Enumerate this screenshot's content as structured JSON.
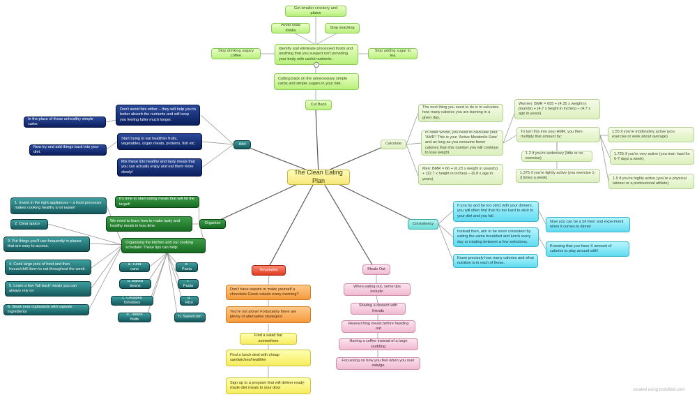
{
  "central": "The Clean Eating Plan",
  "cut_back": {
    "label": "Cut Back",
    "main": "Cutting back on the unnecessary simple carbs and simple sugars in your diet.",
    "identify": "Identify and eliminate processed foods and anything that you suspect isn't providing your body with useful nutrients.",
    "items": [
      "Get smaller crockery and plates",
      "Avoid soda drinks",
      "Stop snacking",
      "Stop drinking sugary coffee",
      "Stop adding sugar to tea"
    ]
  },
  "add": {
    "label": "Add",
    "main": [
      "Don't avoid fats either – they will help you to better absorb the nutrients and will keep you feeling fuller much longer.",
      "Start trying to eat healthier fruits, vegetables, organ meats, proteins, fish etc.",
      "Mix these into healthy and tasty meals that you can actually enjoy and eat them more slowly!"
    ],
    "side": [
      "In the place of those unhealthy simple carbs",
      "Now try and add things back into your diet."
    ]
  },
  "organise": {
    "label": "Organise",
    "target": "It's time to start eating meals that will hit the target!",
    "learn": "We need to learn how to make tasty and healthy meals in less time.",
    "kitchen": "Organising the kitchen and our cooking schedule! These tips can help:",
    "left": [
      "1. Invest in the right appliances – a food processor makes cooking healthy a lot easier!",
      "2. Clear space",
      "3. Put things you'll use frequently in places that are easy to access.",
      "4. Cook large pots of food and then freeze/chill them to eat throughout the week.",
      "5. Learn a few 'fall back' meals you can always rely on",
      "6. Stock your cupboards with capsule ingredients"
    ],
    "ingredients": [
      "a. Tuna cans",
      "b. Baked beans",
      "c. Chopped tomatoes",
      "d. Tinned fruits",
      "e. Pasta",
      "f. Pasta",
      "g. Rice",
      "h. Sweetcorn"
    ]
  },
  "calculate": {
    "label": "Calculate",
    "intro": "The next thing you need to do is to calculate how many calories you are burning in a given day.",
    "amr": "In other words, you need to calculate your 'AMR'! This is your 'Active Metabolic Rate' and as long as you consume fewer calories than this number you will continue to lose weight.",
    "women": "Women: BMR = 655 + (4.35 x weight in pounds) + (4.7 x height in inches) – (4.7 x age in years)",
    "men": "Men: BMR = 66 + (6.23 x weight in pounds) + (12.7 x height in inches) – (6.8 x age in years)",
    "turn": "To turn this into your AMR, you then multiply that amount by:",
    "factors": [
      "1.2 if you're sedentary (little or no exercise)",
      "1.375 if you're lightly active (you exercise 1-3 times a week)",
      "1.55 if you're moderately active (you exercise or work about average)",
      "1.725 if you're very active (you train hard for 6-7 days a week)",
      "1.9 if you're highly active (you're a physical laborer or a professional athlete)"
    ]
  },
  "consistency": {
    "label": "Consistency",
    "items": [
      "If you try and be too strict with your dinners, you will often find that it's too hard to stick to your diet and you fail.",
      "Instead then, aim to be more consistent by eating the same breakfast and lunch every day or rotating between a few selections.",
      "Know precisely how many calories and what nutrition is in each of these."
    ],
    "side": [
      "Now you can be a bit freer and experiment when it comes to dinner",
      "Knowing that you have X amount of calories to play around with!"
    ]
  },
  "temptation": {
    "label": "Temptation",
    "items": [
      "Don't have sweets or make yourself a chocolate Greek salads every morning?",
      "You're not alone! Fortunately there are plenty of alternative strategies:",
      "Find a salad bar somewhere",
      "Find a lunch deal with cheap sandwiches/healthier",
      "Sign up to a program that will deliver ready-made diet meals to your door"
    ]
  },
  "meals_out": {
    "label": "Meals Out",
    "items": [
      "When eating out, some tips include:",
      "Sharing a dessert with friends",
      "Researching meals before heading out",
      "Having a coffee instead of a large pudding",
      "Focussing on how you feel when you over indulge"
    ]
  },
  "badge": "–",
  "credit": "created using toolsfidel.com"
}
